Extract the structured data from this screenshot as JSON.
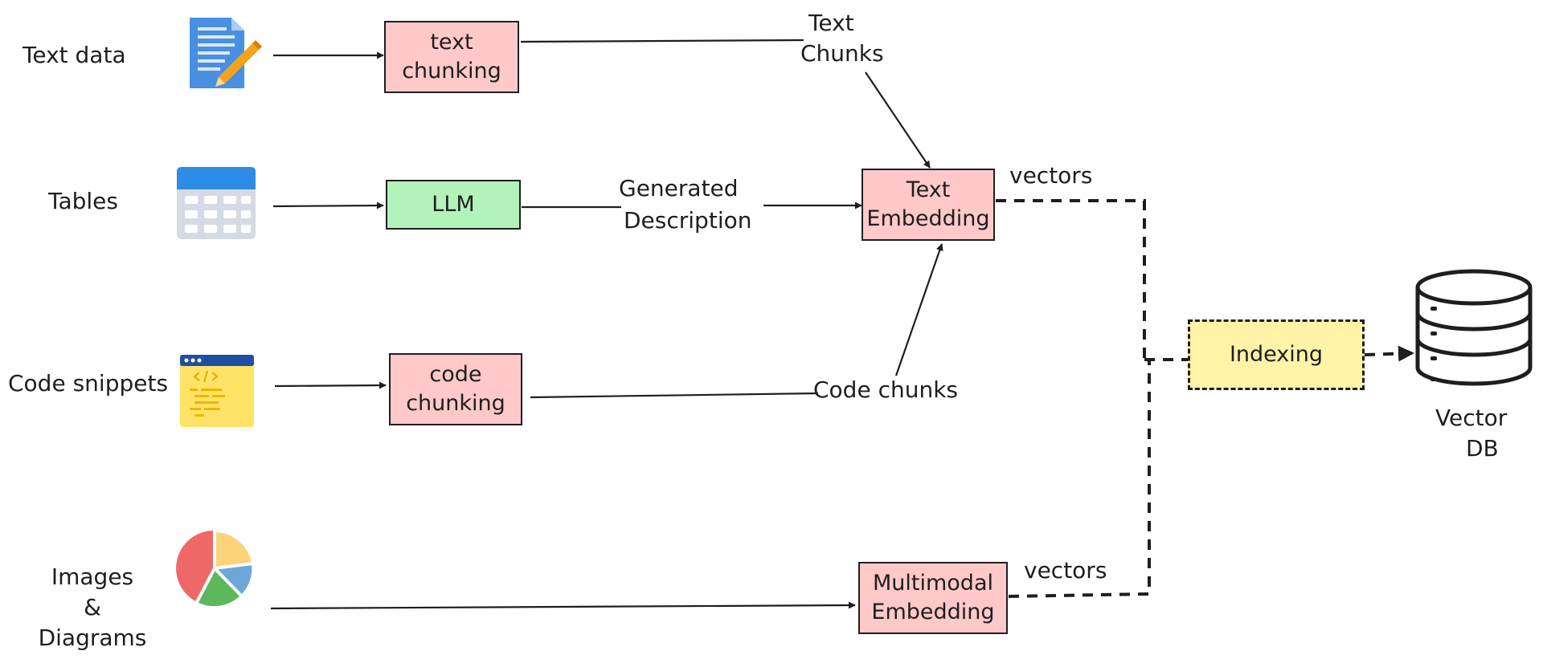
{
  "sources": {
    "text_data": "Text data",
    "tables": "Tables",
    "code_snippets": "Code snippets",
    "images_line1": "Images",
    "images_line2": "&",
    "images_line3": "Diagrams"
  },
  "nodes": {
    "text_chunking": "text\nchunking",
    "llm": "LLM",
    "code_chunking": "code\nchunking",
    "text_embedding": "Text\nEmbedding",
    "multimodal_embedding": "Multimodal\nEmbedding",
    "indexing": "Indexing",
    "vector_db_line1": "Vector",
    "vector_db_line2": "DB"
  },
  "edge_labels": {
    "text_chunks_line1": "Text",
    "text_chunks_line2": "Chunks",
    "generated_line1": "Generated",
    "generated_line2": "Description",
    "code_chunks": "Code chunks",
    "vectors_text": "vectors",
    "vectors_multimodal": "vectors"
  },
  "icons": {
    "text_data": "document-icon",
    "tables": "table-icon",
    "code_snippets": "code-window-icon",
    "images": "pie-chart-icon",
    "vector_db": "database-icon"
  },
  "colors": {
    "processing": "#ffc9c9",
    "llm": "#b2f2bb",
    "indexing": "#fff3a8",
    "stroke": "#1e1e1e"
  }
}
